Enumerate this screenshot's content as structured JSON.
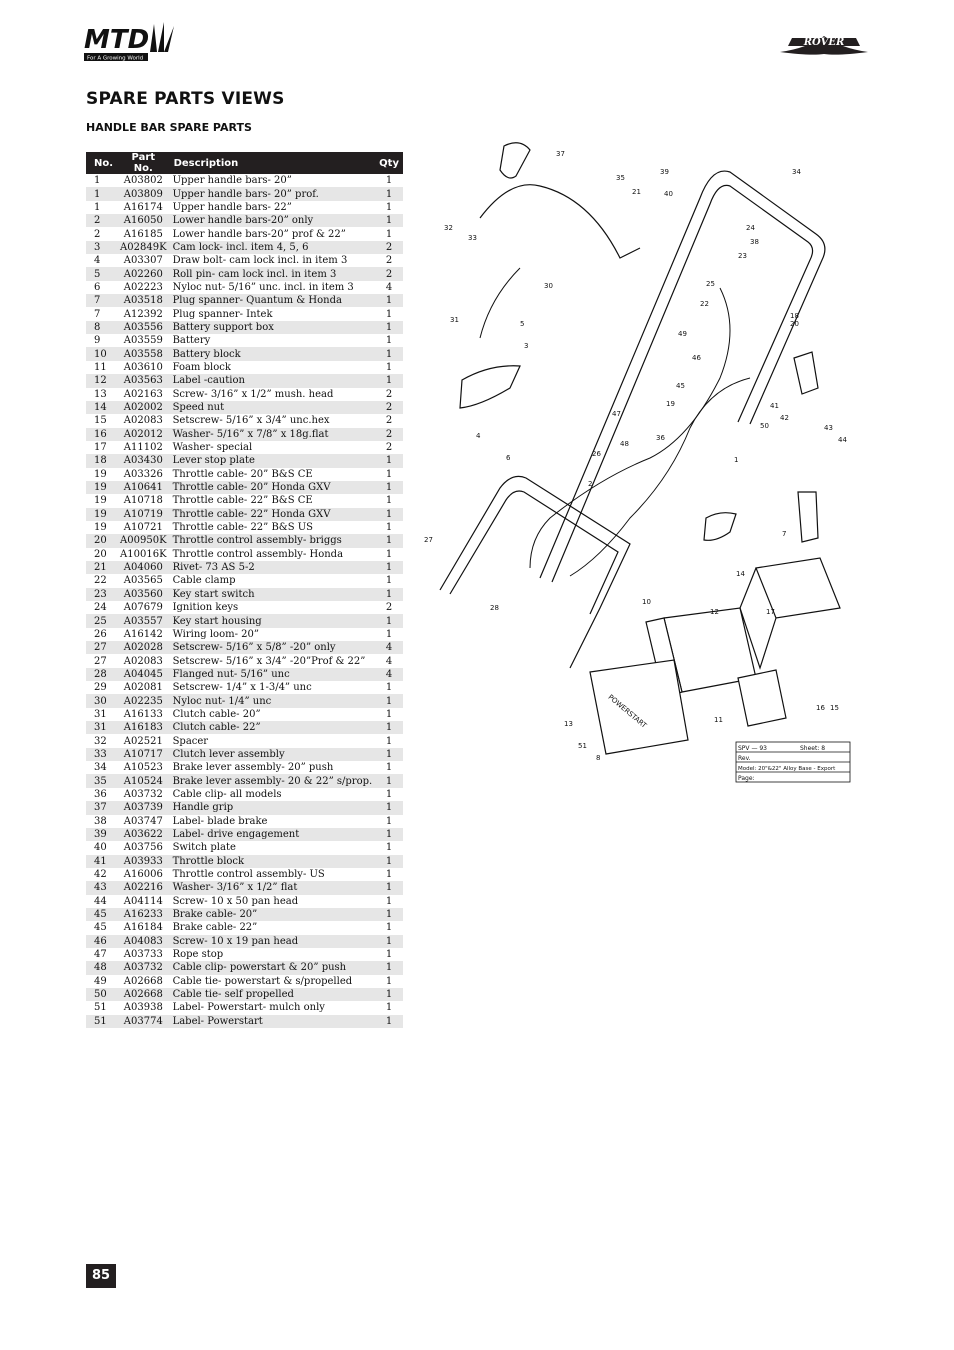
{
  "brand": {
    "left_logo": "MTD",
    "left_tagline": "For A Growing World",
    "right_logo": "ROVER"
  },
  "page": {
    "title": "SPARE PARTS VIEWS",
    "subtitle": "HANDLE BAR SPARE PARTS",
    "page_number": "85"
  },
  "table": {
    "headers": {
      "no": "No.",
      "part": "Part No.",
      "desc": "Description",
      "qty": "Qty"
    },
    "rows": [
      {
        "no": "1",
        "part": "A03802",
        "desc": "Upper handle bars- 20”",
        "qty": "1"
      },
      {
        "no": "1",
        "part": "A03809",
        "desc": "Upper handle bars- 20” prof.",
        "qty": "1"
      },
      {
        "no": "1",
        "part": "A16174",
        "desc": "Upper handle bars- 22”",
        "qty": "1"
      },
      {
        "no": "2",
        "part": "A16050",
        "desc": "Lower handle bars-20” only",
        "qty": "1"
      },
      {
        "no": "2",
        "part": "A16185",
        "desc": "Lower handle bars-20” prof & 22”",
        "qty": "1"
      },
      {
        "no": "3",
        "part": "A02849K",
        "desc": "Cam lock- incl. item 4, 5, 6",
        "qty": "2"
      },
      {
        "no": "4",
        "part": "A03307",
        "desc": "Draw bolt- cam lock incl. in item 3",
        "qty": "2"
      },
      {
        "no": "5",
        "part": "A02260",
        "desc": "Roll pin- cam lock incl. in item 3",
        "qty": "2"
      },
      {
        "no": "6",
        "part": "A02223",
        "desc": "Nyloc nut- 5/16” unc. incl. in item 3",
        "qty": "4"
      },
      {
        "no": "7",
        "part": "A03518",
        "desc": "Plug spanner- Quantum & Honda",
        "qty": "1"
      },
      {
        "no": "7",
        "part": "A12392",
        "desc": "Plug spanner- Intek",
        "qty": "1"
      },
      {
        "no": "8",
        "part": "A03556",
        "desc": "Battery support box",
        "qty": "1"
      },
      {
        "no": "9",
        "part": "A03559",
        "desc": "Battery",
        "qty": "1"
      },
      {
        "no": "10",
        "part": "A03558",
        "desc": "Battery block",
        "qty": "1"
      },
      {
        "no": "11",
        "part": "A03610",
        "desc": "Foam block",
        "qty": "1"
      },
      {
        "no": "12",
        "part": "A03563",
        "desc": "Label -caution",
        "qty": "1"
      },
      {
        "no": "13",
        "part": "A02163",
        "desc": "Screw- 3/16” x 1/2” mush. head",
        "qty": "2"
      },
      {
        "no": "14",
        "part": "A02002",
        "desc": "Speed nut",
        "qty": "2"
      },
      {
        "no": "15",
        "part": "A02083",
        "desc": "Setscrew- 5/16” x 3/4” unc.hex",
        "qty": "2"
      },
      {
        "no": "16",
        "part": "A02012",
        "desc": "Washer- 5/16” x 7/8” x 18g.flat",
        "qty": "2"
      },
      {
        "no": "17",
        "part": "A11102",
        "desc": "Washer- special",
        "qty": "2"
      },
      {
        "no": "18",
        "part": "A03430",
        "desc": "Lever stop plate",
        "qty": "1"
      },
      {
        "no": "19",
        "part": "A03326",
        "desc": "Throttle cable- 20” B&S CE",
        "qty": "1"
      },
      {
        "no": "19",
        "part": "A10641",
        "desc": "Throttle cable- 20” Honda GXV",
        "qty": "1"
      },
      {
        "no": "19",
        "part": "A10718",
        "desc": "Throttle cable- 22” B&S CE",
        "qty": "1"
      },
      {
        "no": "19",
        "part": "A10719",
        "desc": "Throttle cable- 22” Honda GXV",
        "qty": "1"
      },
      {
        "no": "19",
        "part": "A10721",
        "desc": "Throttle cable- 22” B&S US",
        "qty": "1"
      },
      {
        "no": "20",
        "part": "A00950K",
        "desc": "Throttle control assembly- briggs",
        "qty": "1"
      },
      {
        "no": "20",
        "part": "A10016K",
        "desc": "Throttle control assembly- Honda",
        "qty": "1"
      },
      {
        "no": "21",
        "part": "A04060",
        "desc": "Rivet- 73 AS 5-2",
        "qty": "1"
      },
      {
        "no": "22",
        "part": "A03565",
        "desc": "Cable clamp",
        "qty": "1"
      },
      {
        "no": "23",
        "part": "A03560",
        "desc": "Key start switch",
        "qty": "1"
      },
      {
        "no": "24",
        "part": "A07679",
        "desc": "Ignition keys",
        "qty": "2"
      },
      {
        "no": "25",
        "part": "A03557",
        "desc": "Key start housing",
        "qty": "1"
      },
      {
        "no": "26",
        "part": "A16142",
        "desc": "Wiring loom- 20”",
        "qty": "1"
      },
      {
        "no": "27",
        "part": "A02028",
        "desc": "Setscrew- 5/16” x 5/8” -20” only",
        "qty": "4"
      },
      {
        "no": "27",
        "part": "A02083",
        "desc": "Setscrew- 5/16” x 3/4” -20”Prof & 22”",
        "qty": "4"
      },
      {
        "no": "28",
        "part": "A04045",
        "desc": "Flanged nut- 5/16” unc",
        "qty": "4"
      },
      {
        "no": "29",
        "part": "A02081",
        "desc": "Setscrew- 1/4” x 1-3/4” unc",
        "qty": "1"
      },
      {
        "no": "30",
        "part": "A02235",
        "desc": "Nyloc nut- 1/4” unc",
        "qty": "1"
      },
      {
        "no": "31",
        "part": "A16133",
        "desc": "Clutch cable- 20”",
        "qty": "1"
      },
      {
        "no": "31",
        "part": "A16183",
        "desc": "Clutch cable- 22”",
        "qty": "1"
      },
      {
        "no": "32",
        "part": "A02521",
        "desc": "Spacer",
        "qty": "1"
      },
      {
        "no": "33",
        "part": "A10717",
        "desc": "Clutch lever assembly",
        "qty": "1"
      },
      {
        "no": "34",
        "part": "A10523",
        "desc": "Brake lever assembly- 20” push",
        "qty": "1"
      },
      {
        "no": "35",
        "part": "A10524",
        "desc": "Brake lever assembly- 20 & 22” s/prop.",
        "qty": "1"
      },
      {
        "no": "36",
        "part": "A03732",
        "desc": "Cable clip- all models",
        "qty": "1"
      },
      {
        "no": "37",
        "part": "A03739",
        "desc": "Handle grip",
        "qty": "1"
      },
      {
        "no": "38",
        "part": "A03747",
        "desc": "Label- blade brake",
        "qty": "1"
      },
      {
        "no": "39",
        "part": "A03622",
        "desc": "Label- drive engagement",
        "qty": "1"
      },
      {
        "no": "40",
        "part": "A03756",
        "desc": "Switch plate",
        "qty": "1"
      },
      {
        "no": "41",
        "part": "A03933",
        "desc": "Throttle block",
        "qty": "1"
      },
      {
        "no": "42",
        "part": "A16006",
        "desc": "Throttle control assembly- US",
        "qty": "1"
      },
      {
        "no": "43",
        "part": "A02216",
        "desc": "Washer- 3/16” x 1/2” flat",
        "qty": "1"
      },
      {
        "no": "44",
        "part": "A04114",
        "desc": "Screw- 10 x 50 pan head",
        "qty": "1"
      },
      {
        "no": "45",
        "part": "A16233",
        "desc": "Brake cable- 20”",
        "qty": "1"
      },
      {
        "no": "45",
        "part": "A16184",
        "desc": "Brake cable- 22”",
        "qty": "1"
      },
      {
        "no": "46",
        "part": "A04083",
        "desc": "Screw- 10 x 19 pan head",
        "qty": "1"
      },
      {
        "no": "47",
        "part": "A03733",
        "desc": "Rope stop",
        "qty": "1"
      },
      {
        "no": "48",
        "part": "A03732",
        "desc": "Cable clip- powerstart & 20” push",
        "qty": "1"
      },
      {
        "no": "49",
        "part": "A02668",
        "desc": "Cable tie- powerstart & s/propelled",
        "qty": "1"
      },
      {
        "no": "50",
        "part": "A02668",
        "desc": "Cable tie- self propelled",
        "qty": "1"
      },
      {
        "no": "51",
        "part": "A03938",
        "desc": "Label- Powerstart- mulch only",
        "qty": "1"
      },
      {
        "no": "51",
        "part": "A03774",
        "desc": "Label- Powerstart",
        "qty": "1"
      }
    ]
  },
  "diagram": {
    "callouts": [
      "1",
      "2",
      "3",
      "4",
      "5",
      "6",
      "7",
      "8",
      "10",
      "11",
      "12",
      "13",
      "14",
      "15",
      "16",
      "17",
      "18",
      "19",
      "20",
      "21",
      "22",
      "23",
      "24",
      "25",
      "26",
      "27",
      "28",
      "30",
      "31",
      "32",
      "33",
      "34",
      "35",
      "36",
      "37",
      "38",
      "39",
      "40",
      "41",
      "42",
      "43",
      "44",
      "45",
      "46",
      "47",
      "48",
      "49",
      "50",
      "51"
    ],
    "battery_label": "POWERSTART",
    "title_block": {
      "line1": "SPV — 93",
      "line1b": "Sheet: 8",
      "line2": "Rev.",
      "line3": "Model: 20\"&22\" Alloy Base - Export",
      "line4": "Page:"
    }
  }
}
